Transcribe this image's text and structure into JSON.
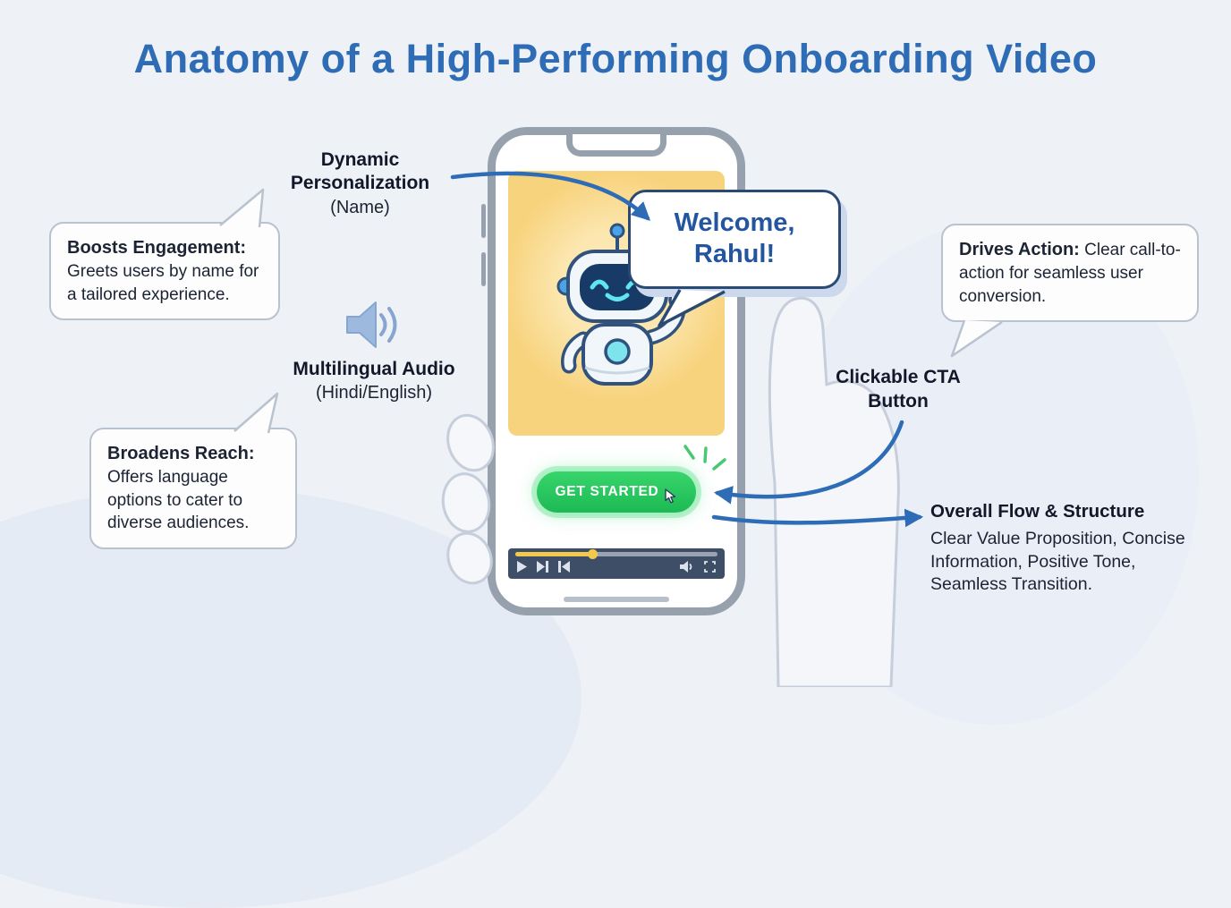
{
  "title": "Anatomy of a High-Performing Onboarding Video",
  "phone": {
    "speech_bubble_text": "Welcome, Rahul!",
    "cta_label": "GET STARTED"
  },
  "labels": {
    "dynamic_personalization": {
      "heading": "Dynamic Personalization",
      "sub": "(Name)"
    },
    "multilingual_audio": {
      "heading": "Multilingual Audio",
      "sub": "(Hindi/English)"
    },
    "clickable_cta": "Clickable CTA Button",
    "overall_flow": {
      "heading": "Overall Flow & Structure",
      "body": "Clear Value Proposition, Concise Information, Positive Tone, Seamless Transition."
    }
  },
  "callouts": {
    "boosts_engagement": {
      "heading": "Boosts Engagement:",
      "body": "Greets users by name for a tailored experience."
    },
    "broadens_reach": {
      "heading": "Broadens Reach:",
      "body": "Offers language options to cater to diverse audiences."
    },
    "drives_action": {
      "heading": "Drives Action:",
      "body": "Clear call-to-action for seamless user conversion."
    }
  },
  "colors": {
    "accent_blue": "#2e6cb5",
    "navy_outline": "#2b4a73",
    "cta_green": "#1db954",
    "screen_amber": "#f7d37d",
    "player_bar": "#3e4e66",
    "progress_yellow": "#f2c94c"
  },
  "icons": {
    "speaker": "speaker-with-waves",
    "cursor": "mouse-pointer",
    "play": "play-triangle",
    "skip_next": "skip-next",
    "skip_previous": "skip-previous",
    "volume": "volume-speaker",
    "fullscreen": "fullscreen-brackets"
  }
}
